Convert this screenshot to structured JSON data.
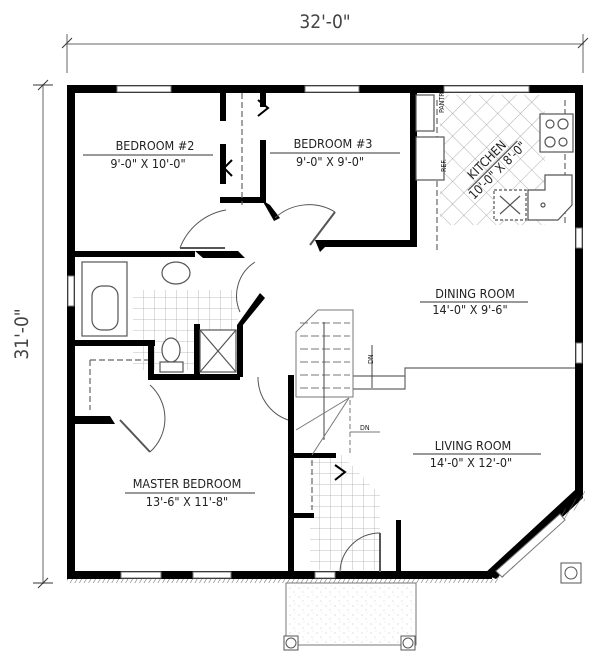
{
  "plan": {
    "overall_width": "32'-0\"",
    "overall_depth": "31'-0\"",
    "rooms": [
      {
        "id": "bedroom-2",
        "name": "BEDROOM #2",
        "dims": "9'-0\" X 10'-0\""
      },
      {
        "id": "bedroom-3",
        "name": "BEDROOM #3",
        "dims": "9'-0\" X 9'-0\""
      },
      {
        "id": "kitchen",
        "name": "KITCHEN",
        "dims": "10'-0\" X 8'-0\""
      },
      {
        "id": "dining-room",
        "name": "DINING ROOM",
        "dims": "14'-0\" X 9'-6\""
      },
      {
        "id": "living-room",
        "name": "LIVING ROOM",
        "dims": "14'-0\" X 12'-0\""
      },
      {
        "id": "master-bedroom",
        "name": "MASTER BEDROOM",
        "dims": "13'-6\" X 11'-8\""
      }
    ],
    "fixtures": {
      "pantry": "PANTRY",
      "refrigerator": "REF.",
      "stair_down_1": "DN",
      "stair_down_2": "DN"
    }
  },
  "colors": {
    "wall": "#000000",
    "line": "#555555",
    "tile": "#9a9a9a",
    "dimension": "#444444"
  }
}
